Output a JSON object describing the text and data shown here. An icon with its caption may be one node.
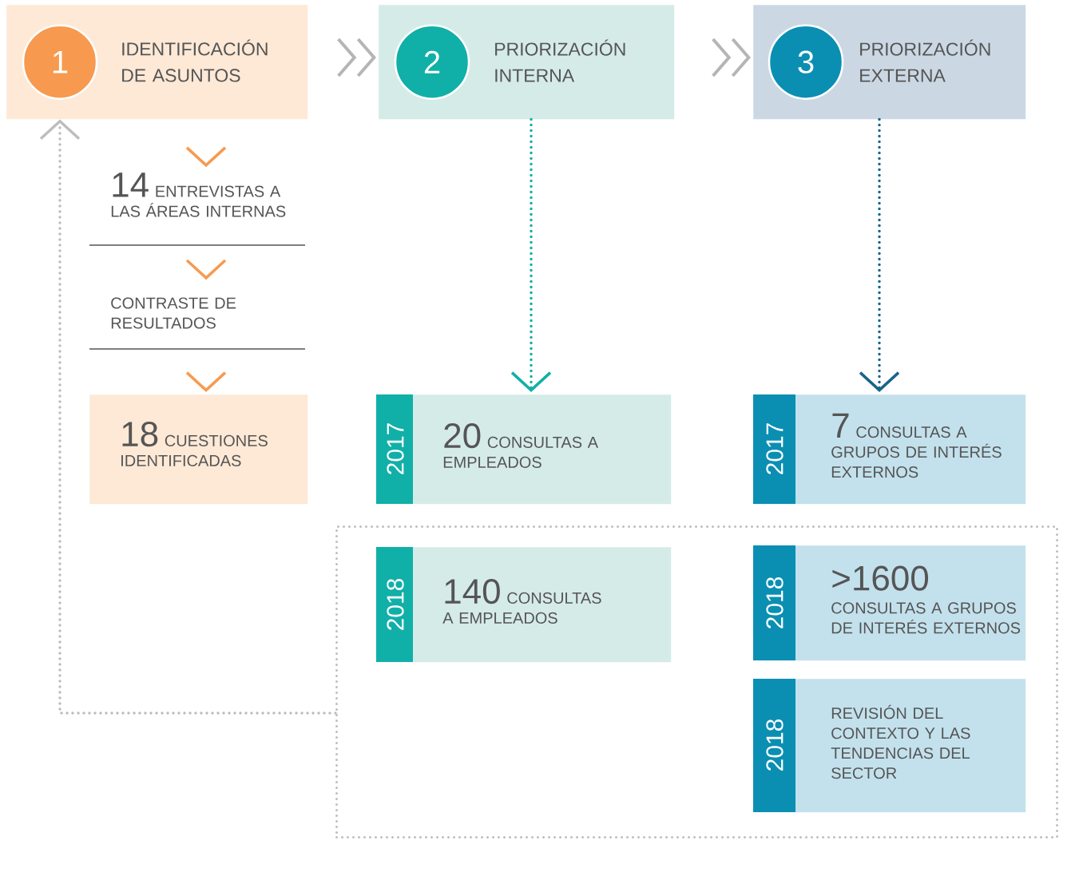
{
  "diagram": {
    "nodes": [
      {
        "text": [
          "IDENTIFICACIÓN DE ASUNTOS"
        ]
      },
      {
        "text": [
          "1"
        ],
        "in": 0
      },
      {
        "text": [
          "PRIORIZACIÓN INTERNA"
        ]
      },
      {
        "text": [
          "2"
        ],
        "in": 2
      },
      {
        "text": [
          "PRIORIZACIÓN EXTERNA"
        ]
      },
      {
        "text": [
          "3"
        ],
        "in": 4
      },
      {
        "text": [
          "14",
          "ENTREVISTAS A LAS ÁREAS INTERNAS"
        ]
      },
      {
        "text": [
          "CONTRASTE DE RESULTADOS"
        ]
      },
      {
        "text": [
          "18",
          "CUESTIONES IDENTIFICADAS"
        ]
      },
      {
        "text": [
          "2017",
          "20",
          "CONSULTAS A EMPLEADOS"
        ]
      },
      {
        "text": [
          "2017",
          "7",
          "CONSULTAS A GRUPOS DE INTERÉS EXTERNOS"
        ]
      },
      {
        "text": [],
        "shape": "box"
      },
      {
        "text": [
          "2018",
          "140",
          "CONSULTAS A EMPLEADOS"
        ],
        "in": 11
      },
      {
        "text": [
          "2018",
          ">1600",
          "CONSULTAS A GRUPOS DE INTERÉS EXTERNOS"
        ],
        "in": 11
      },
      {
        "text": [
          "2018",
          "REVISIÓN DEL CONTEXTO Y LAS TENDENCIAS DEL SECTOR"
        ],
        "in": 11
      }
    ],
    "edges": [
      {
        "from": 0,
        "to": 2,
        "arrow": "to",
        "color": "#b5b5b5"
      },
      {
        "from": 2,
        "to": 4,
        "arrow": "to",
        "color": "#b5b5b5"
      },
      {
        "from": 0,
        "to": 6,
        "arrow": "to",
        "color": "#f79a4f"
      },
      {
        "from": 6,
        "to": 7,
        "arrow": "to",
        "color": "#f79a4f"
      },
      {
        "from": 7,
        "to": 8,
        "arrow": "to",
        "color": "#f79a4f"
      },
      {
        "from": 2,
        "to": 9,
        "arrow": "to",
        "style": "dashed",
        "color": "#10b0a8"
      },
      {
        "from": 4,
        "to": 10,
        "arrow": "to",
        "style": "dashed",
        "color": "#17658a"
      },
      {
        "from": 11,
        "to": 0,
        "arrow": "to",
        "style": "dashed",
        "color": "#bdbdbd"
      }
    ]
  }
}
